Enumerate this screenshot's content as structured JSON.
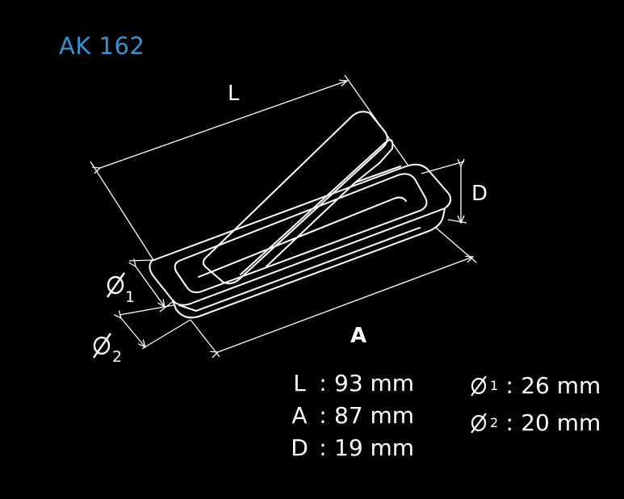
{
  "title": "AK 162",
  "colors": {
    "background": "#000000",
    "title": "#3a8fd0",
    "lines": "#ffffff"
  },
  "dimension_labels": {
    "length": "L",
    "width": "A",
    "depth": "D",
    "diameter1": "1",
    "diameter2": "2"
  },
  "specs_left": [
    {
      "key": "L",
      "sep": ":",
      "value": "93 mm"
    },
    {
      "key": "A",
      "sep": ":",
      "value": "87 mm"
    },
    {
      "key": "D",
      "sep": ":",
      "value": "19 mm"
    }
  ],
  "specs_right": [
    {
      "key_sub": "1",
      "sep": ":",
      "value": "26 mm"
    },
    {
      "key_sub": "2",
      "sep": ":",
      "value": "20 mm"
    }
  ]
}
